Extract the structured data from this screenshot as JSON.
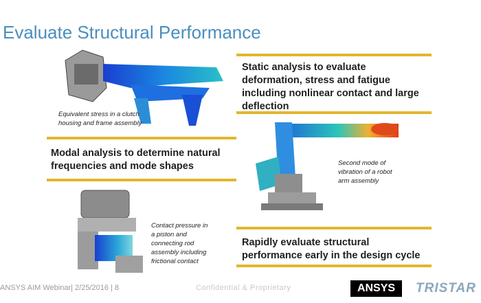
{
  "title": "Evaluate Structural Performance",
  "blocks": {
    "static": [
      "Static analysis to evaluate",
      "deformation, stress and fatigue",
      "including nonlinear contact and large",
      "deflection"
    ],
    "modal": [
      "Modal analysis to determine natural",
      "frequencies and mode shapes"
    ],
    "rapid": [
      "Rapidly evaluate structural",
      "performance early in the design cycle"
    ]
  },
  "captions": {
    "clutch": [
      "Equivalent stress in a clutch",
      "housing and frame assembly"
    ],
    "robot": [
      "Second mode of",
      "vibration of a robot",
      "arm assembly"
    ],
    "piston": [
      "Contact pressure in",
      "a piston and",
      "connecting rod",
      "assembly including",
      "frictional contact"
    ]
  },
  "footer": {
    "left": "ANSYS AIM Webinar| 2/25/2016 | 8",
    "confidential": "Confidential & Proprietary"
  },
  "logos": {
    "ansys": "ANSYS",
    "tristar": "TRISTAR"
  },
  "colors": {
    "title": "#4a8fbd",
    "accent_bar": "#e2b62e"
  }
}
